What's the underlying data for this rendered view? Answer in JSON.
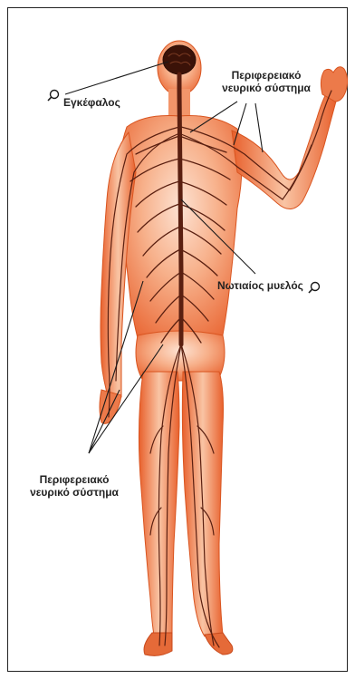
{
  "labels": {
    "brain": "Εγκέφαλος",
    "pns_top_line1": "Περιφερειακό",
    "pns_top_line2": "νευρικό σύστημα",
    "spinal_cord": "Νωτιαίος μυελός",
    "pns_bottom_line1": "Περιφερειακό",
    "pns_bottom_line2": "νευρικό σύστημα"
  },
  "colors": {
    "skin_outer": "#e8602c",
    "skin_inner": "#f7b08a",
    "skin_highlight": "#fde2d2",
    "nerve": "#5a1f10",
    "brain": "#3b1208",
    "leader_line": "#1a1a1a"
  },
  "icons": [
    "magnifier-icon-brain",
    "magnifier-icon-spinal-cord"
  ]
}
